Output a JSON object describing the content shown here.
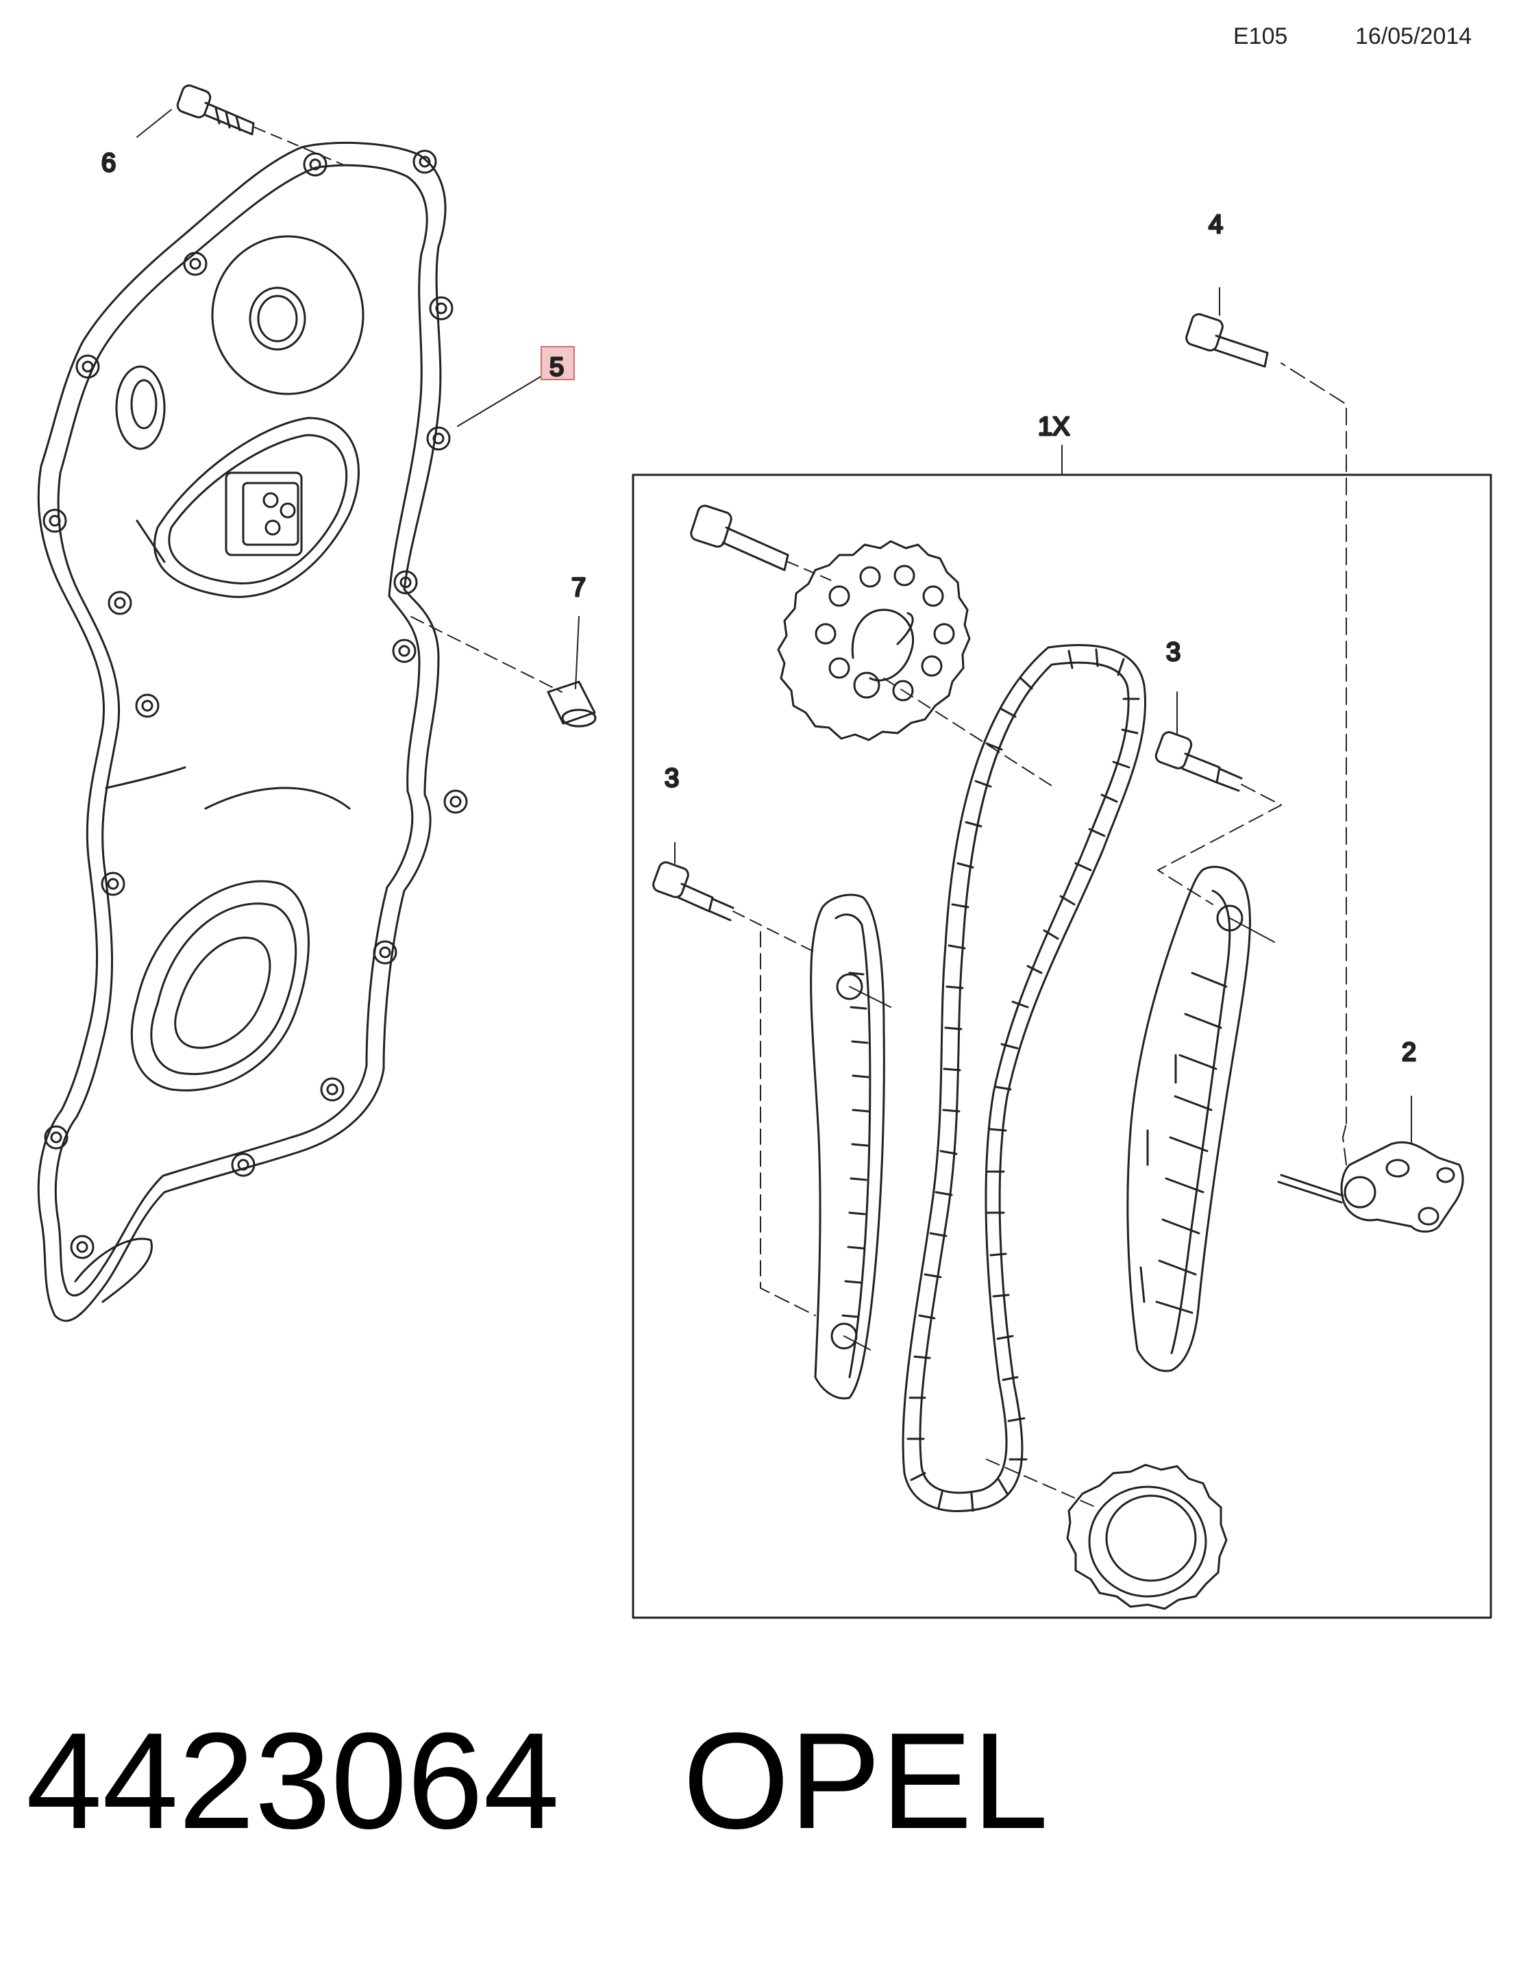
{
  "header": {
    "code": "E105",
    "date": "16/05/2014"
  },
  "callouts": {
    "c6": "6",
    "c5": "5",
    "c7": "7",
    "c4": "4",
    "c1x": "1X",
    "c3a": "3",
    "c3b": "3",
    "c2": "2"
  },
  "highlight_color": "#f3c7c7",
  "footer": {
    "part_number": "4423064",
    "brand": "OPEL"
  }
}
